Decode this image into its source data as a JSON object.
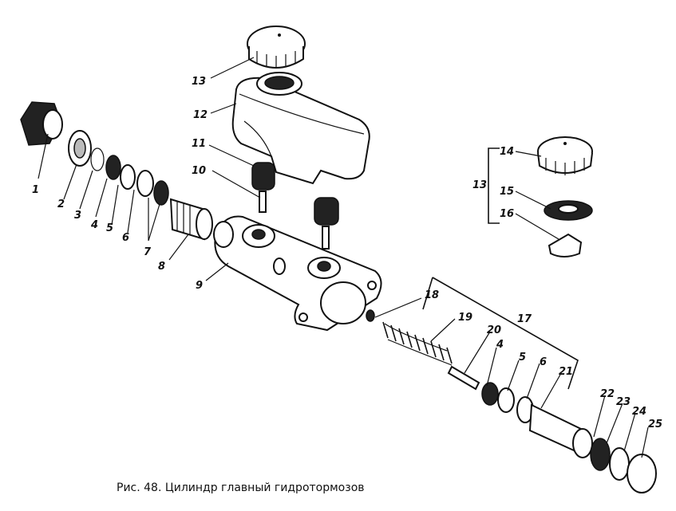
{
  "caption": "Рис. 48. Цилиндр главный гидротормозов",
  "labels": {
    "l1": "1",
    "l2": "2",
    "l3": "3",
    "l4": "4",
    "l5": "5",
    "l6": "6",
    "l7": "7",
    "l8": "8",
    "l9": "9",
    "l10": "10",
    "l11": "11",
    "l12": "12",
    "l13": "13",
    "l13b": "13",
    "l14": "14",
    "l15": "15",
    "l16": "16",
    "l17": "17",
    "l18": "18",
    "l19": "19",
    "l20": "20",
    "l4b": "4",
    "l5b": "5",
    "l6b": "6",
    "l21": "21",
    "l22": "22",
    "l23": "23",
    "l24": "24",
    "l25": "25"
  }
}
